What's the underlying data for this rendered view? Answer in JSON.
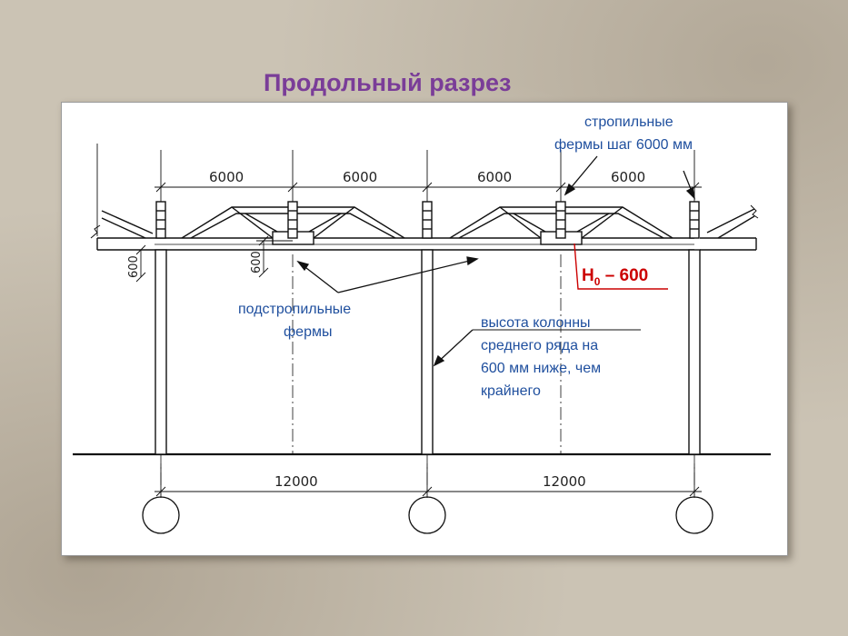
{
  "slide": {
    "title": "Продольный разрез"
  },
  "drawing": {
    "top_spans": [
      "6000",
      "6000",
      "6000",
      "6000"
    ],
    "axis_spans": [
      "12000",
      "12000"
    ],
    "height_marks": [
      "600",
      "600"
    ],
    "h0_label": {
      "base": "H",
      "subscript": "0",
      "suffix": " – 600"
    },
    "notes": {
      "rafter_trusses": [
        "стропильные",
        "фермы шаг 6000 мм"
      ],
      "sub_rafter_trusses": [
        "подстропильные",
        "фермы"
      ],
      "column_height": [
        "высота колонны",
        "среднего ряда на",
        "600 мм ниже, чем",
        "крайнего"
      ]
    },
    "colors": {
      "title": "#7a3d98",
      "notes": "#1f4f9e",
      "h0": "#cc0000",
      "lines": "#111111"
    }
  }
}
